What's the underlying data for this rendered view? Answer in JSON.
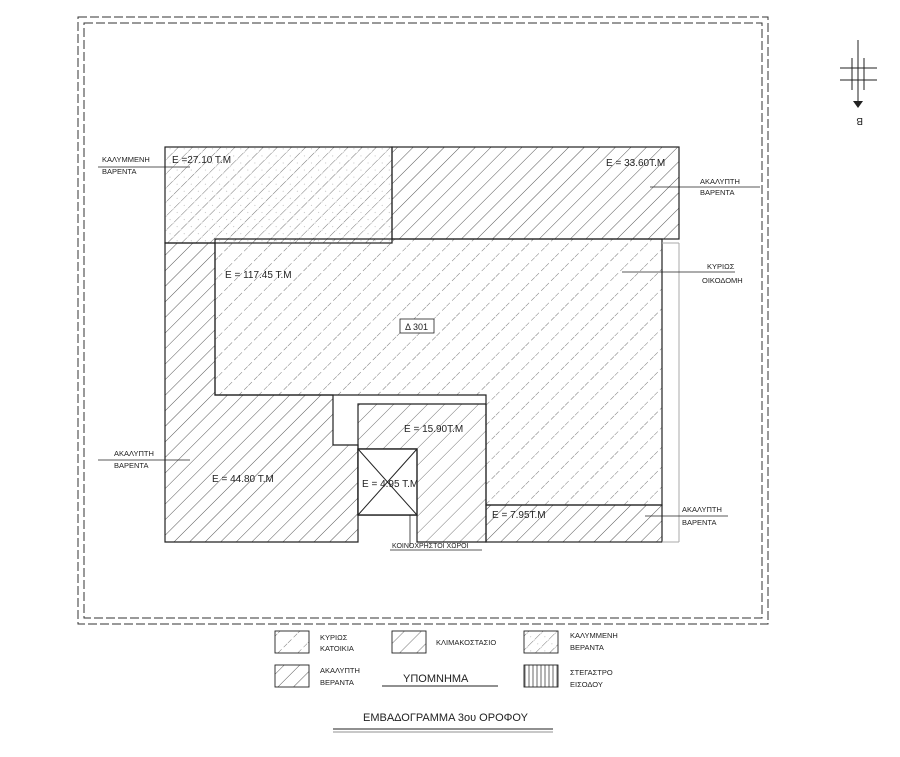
{
  "areas": {
    "covered_veranda_top": "E =27.10 T.M",
    "uncovered_veranda_top": "E = 33.60T.M",
    "main_dwelling": "E = 117.45 T.M",
    "uncovered_veranda_left": "E = 44.80 T.M",
    "stairwell_upper": "E = 15.90T.M",
    "stair_box": "E = 4.95 T.M",
    "uncovered_veranda_bottom": "E = 7.95T.M"
  },
  "room_tag": "Δ 301",
  "callouts": {
    "covered_veranda": [
      "ΚΑΛΥΜΜΕΝΗ",
      "ΒΑΡΕΝΤΑ"
    ],
    "uncovered_veranda_top": [
      "ΑΚΑΛΥΠΤΗ",
      "ΒΑΡΕΝΤΑ"
    ],
    "main_dwelling": [
      "ΚΥΡΙΩΣ",
      "ΟΙΚΟΔΟΜΗ"
    ],
    "uncovered_veranda_left": [
      "ΑΚΑΛΥΠΤΗ",
      "ΒΑΡΕΝΤΑ"
    ],
    "uncovered_veranda_bottom": [
      "ΑΚΑΛΥΠΤΗ",
      "ΒΑΡΕΝΤΑ"
    ],
    "common_areas": "ΚΟΙΝΟΧΡΗΣΤΟΙ ΧΩΡΟΙ"
  },
  "north_arrow_letter": "Β",
  "legend": {
    "title": "ΥΠΟΜΝΗΜΑ",
    "items": [
      {
        "key": "main",
        "lines": [
          "ΚΥΡΙΩΣ",
          "ΚΑΤΟΙΚΙΑ"
        ]
      },
      {
        "key": "stair",
        "lines": [
          "ΚΛΙΜΑΚΟΣΤΑΣΙΟ"
        ]
      },
      {
        "key": "covered",
        "lines": [
          "ΚΑΛΥΜΜΕΝΗ",
          "ΒΕΡΑΝΤΑ"
        ]
      },
      {
        "key": "uncovered",
        "lines": [
          "ΑΚΑΛΥΠΤΗ",
          "ΒΕΡΑΝΤΑ"
        ]
      },
      {
        "key": "canopy",
        "lines": [
          "ΣΤΕΓΑΣΤΡΟ",
          "ΕΙΣΟΔΟΥ"
        ]
      }
    ]
  },
  "drawing_title": "ΕΜΒΑΔΟΓΡΑΜΜΑ 3ου ΟΡΟΦΟΥ"
}
